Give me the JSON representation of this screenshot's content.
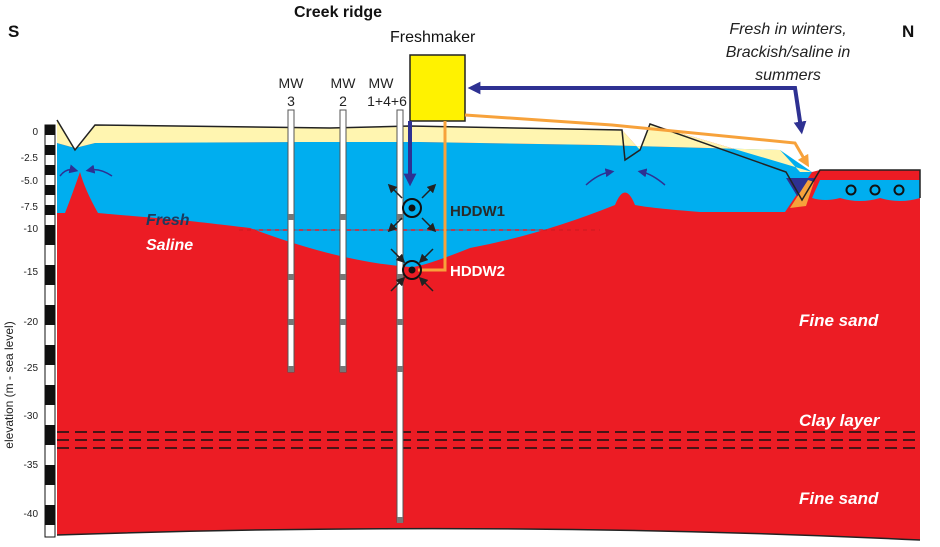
{
  "header": {
    "south": "S",
    "north": "N",
    "title": "Creek ridge"
  },
  "freshmaker": {
    "label": "Freshmaker"
  },
  "annotation": {
    "line1": "Fresh in winters,",
    "line2": "Brackish/saline in",
    "line3": "summers"
  },
  "wells": [
    {
      "line1": "MW",
      "line2": "3"
    },
    {
      "line1": "MW",
      "line2": "2"
    },
    {
      "line1": "MW",
      "line2": "1+4+6"
    }
  ],
  "hddw": {
    "upper": "HDDW1",
    "lower": "HDDW2"
  },
  "zones": {
    "fresh": "Fresh",
    "saline": "Saline",
    "fine_sand_upper": "Fine sand",
    "clay": "Clay layer",
    "fine_sand_lower": "Fine sand"
  },
  "axis": {
    "label": "elevation (m - sea level)",
    "ticks": [
      "0",
      "-2.5",
      "-5.0",
      "-7.5",
      "-10",
      "-15",
      "-20",
      "-25",
      "-30",
      "-35",
      "-40"
    ]
  },
  "colors": {
    "saline": "#ec1c24",
    "fresh": "#00aeef",
    "dune": "#fff5b0",
    "freshmaker": "#fff200",
    "arrow_blue": "#2e3192",
    "arrow_orange": "#f7a23b"
  }
}
